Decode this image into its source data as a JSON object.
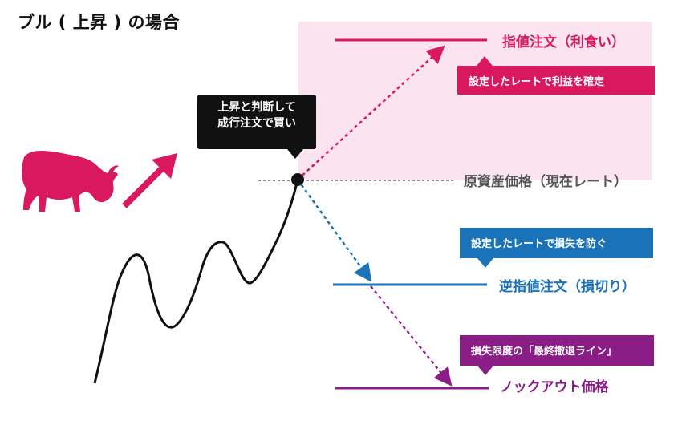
{
  "title": "ブル ( 上昇 ) の場合",
  "colors": {
    "pink": "#d9185f",
    "pink_zone": "#fbe3ef",
    "blue": "#1a73b9",
    "purple": "#8b1d86",
    "gray": "#8a8a8a",
    "black": "#111111"
  },
  "icons": {
    "bull": "bull-icon",
    "up_arrow": "up-arrow-icon"
  },
  "callouts": {
    "entry_line1": "上昇と判断して",
    "entry_line2": "成行注文で買い",
    "take_profit": "設定したレートで利益を確定",
    "stop_loss": "設定したレートで損失を防ぐ",
    "knockout": "損失限度の「最終撤退ライン」"
  },
  "labels": {
    "limit_order": "指値注文（利食い）",
    "current_price": "原資産価格（現在レート）",
    "stop_order": "逆指値注文（損切り）",
    "knockout_price": "ノックアウト価格"
  }
}
